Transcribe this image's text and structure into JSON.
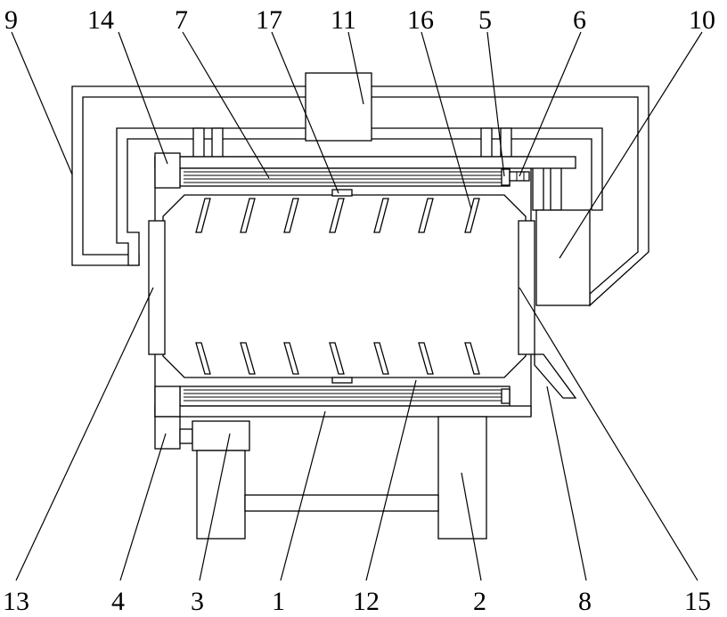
{
  "diagram": {
    "labels": [
      {
        "id": "9",
        "text": "9"
      },
      {
        "id": "14",
        "text": "14"
      },
      {
        "id": "7",
        "text": "7"
      },
      {
        "id": "17",
        "text": "17"
      },
      {
        "id": "11",
        "text": "11"
      },
      {
        "id": "16",
        "text": "16"
      },
      {
        "id": "5",
        "text": "5"
      },
      {
        "id": "6",
        "text": "6"
      },
      {
        "id": "10",
        "text": "10"
      },
      {
        "id": "13",
        "text": "13"
      },
      {
        "id": "4",
        "text": "4"
      },
      {
        "id": "3",
        "text": "3"
      },
      {
        "id": "1",
        "text": "1"
      },
      {
        "id": "12",
        "text": "12"
      },
      {
        "id": "2",
        "text": "2"
      },
      {
        "id": "8",
        "text": "8"
      },
      {
        "id": "15",
        "text": "15"
      }
    ]
  }
}
